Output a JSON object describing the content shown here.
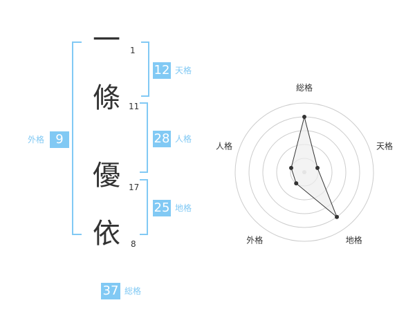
{
  "name": {
    "chars": [
      {
        "char": "一",
        "strokes": "1"
      },
      {
        "char": "條",
        "strokes": "11"
      },
      {
        "char": "優",
        "strokes": "17"
      },
      {
        "char": "依",
        "strokes": "8"
      }
    ]
  },
  "kakusu": {
    "tenkaku": {
      "value": "12",
      "label": "天格"
    },
    "jinkaku": {
      "value": "28",
      "label": "人格"
    },
    "chikaku": {
      "value": "25",
      "label": "地格"
    },
    "gaikaku": {
      "value": "9",
      "label": "外格"
    },
    "soukaku": {
      "value": "37",
      "label": "総格"
    }
  },
  "chart_data": {
    "type": "radar",
    "axes": [
      "総格",
      "天格",
      "地格",
      "外格",
      "人格"
    ],
    "values": [
      4,
      1,
      4,
      1,
      1
    ],
    "range": [
      0,
      5
    ],
    "rings": 5,
    "colors": {
      "fill": "#eeeeee",
      "stroke": "#333333",
      "ring": "#cccccc",
      "center": "#cccccc"
    }
  }
}
